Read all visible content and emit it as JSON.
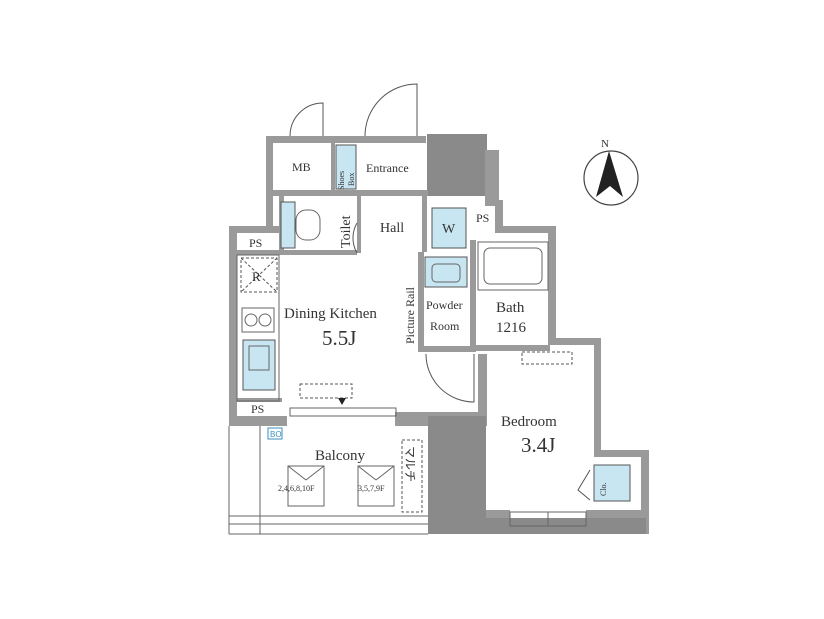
{
  "rooms": {
    "mb": "MB",
    "shoes_box_1": "Shoes",
    "shoes_box_2": "Box",
    "entrance": "Entrance",
    "toilet": "Toilet",
    "hall": "Hall",
    "washer": "W",
    "ps_top": "PS",
    "ps_left": "PS",
    "refrigerator": "R",
    "dining_kitchen": "Dining Kitchen",
    "dining_kitchen_size": "5.5J",
    "picture_rail": "Picture Rail",
    "powder_room_1": "Powder",
    "powder_room_2": "Room",
    "bath": "Bath",
    "bath_size": "1216",
    "ps_bottom": "PS",
    "bedroom": "Bedroom",
    "bedroom_size": "3.4J",
    "closet": "Clo.",
    "balcony": "Balcony",
    "bo_badge": "BO",
    "multi_hook": "マルチ",
    "unit_floors_a": "2,4,6,8,10F",
    "unit_floors_b": "3,5,7,9F"
  },
  "compass": {
    "north": "N"
  },
  "colors": {
    "fixture_blue": "#c8e6f2",
    "wall_gray": "#9a9a9a",
    "line": "#666666"
  }
}
